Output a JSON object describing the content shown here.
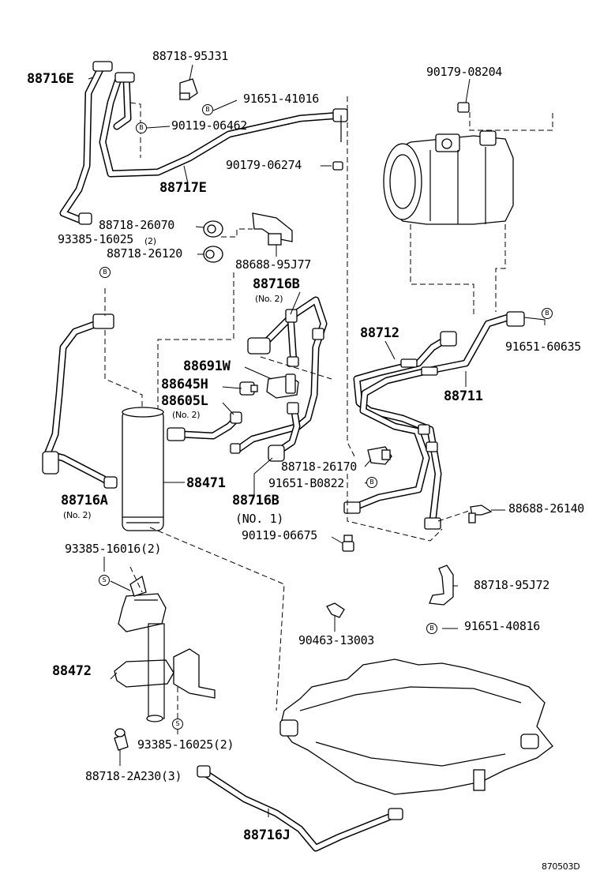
{
  "labels": {
    "p88716E": "88716E",
    "p88718_95J31": "88718-95J31",
    "p91651_41016": "91651-41016",
    "p90119_06462": "90119-06462",
    "p88717E": "88717E",
    "p90179_06274": "90179-06274",
    "p90179_08204": "90179-08204",
    "p88718_26070": "88718-26070",
    "p93385_16025_top": "93385-16025",
    "p93385_16025_top_qty": "(2)",
    "p88718_26120": "88718-26120",
    "p88688_95J77": "88688-95J77",
    "p88716B_no2": "88716B",
    "p88716B_no2_sub": "(No. 2)",
    "p88712": "88712",
    "p91651_60635": "91651-60635",
    "p88711": "88711",
    "p88691W": "88691W",
    "p88645H": "88645H",
    "p88605L": "88605L",
    "p88605L_sub": "(No. 2)",
    "p88471": "88471",
    "p88718_26170": "88718-26170",
    "p91651_B0822": "91651-B0822",
    "p88688_26140": "88688-26140",
    "p88716A": "88716A",
    "p88716A_sub": "(No. 2)",
    "p88716B_no1": "88716B",
    "p88716B_no1_sub": "(NO. 1)",
    "p90119_06675": "90119-06675",
    "p93385_16016": "93385-16016(2)",
    "p88718_95J72": "88718-95J72",
    "p91651_40816": "91651-40816",
    "p90463_13003": "90463-13003",
    "p88472": "88472",
    "p93385_16025_bot": "93385-16025(2)",
    "p88718_2A230": "88718-2A230(3)",
    "p88716J": "88716J",
    "diagram_code": "870503D"
  },
  "markers": {
    "B": "B",
    "S": "S"
  },
  "colors": {
    "line": "#000000",
    "background": "#ffffff"
  }
}
